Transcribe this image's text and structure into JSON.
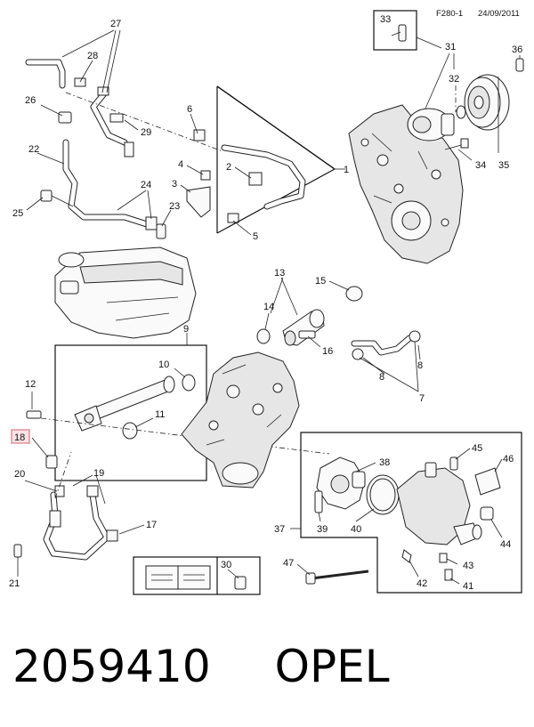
{
  "header": {
    "ref_code": "F280-1",
    "date": "24/09/2011"
  },
  "highlighted_callout": "18",
  "callouts": [
    "1",
    "2",
    "3",
    "4",
    "5",
    "6",
    "7",
    "8",
    "8",
    "9",
    "10",
    "11",
    "12",
    "13",
    "14",
    "15",
    "16",
    "17",
    "18",
    "19",
    "20",
    "21",
    "22",
    "23",
    "24",
    "25",
    "26",
    "27",
    "28",
    "29",
    "30",
    "31",
    "32",
    "33",
    "34",
    "35",
    "36",
    "37",
    "38",
    "39",
    "40",
    "41",
    "42",
    "43",
    "44",
    "45",
    "46",
    "47"
  ],
  "footer": {
    "part_number": "2059410",
    "brand": "OPEL"
  }
}
